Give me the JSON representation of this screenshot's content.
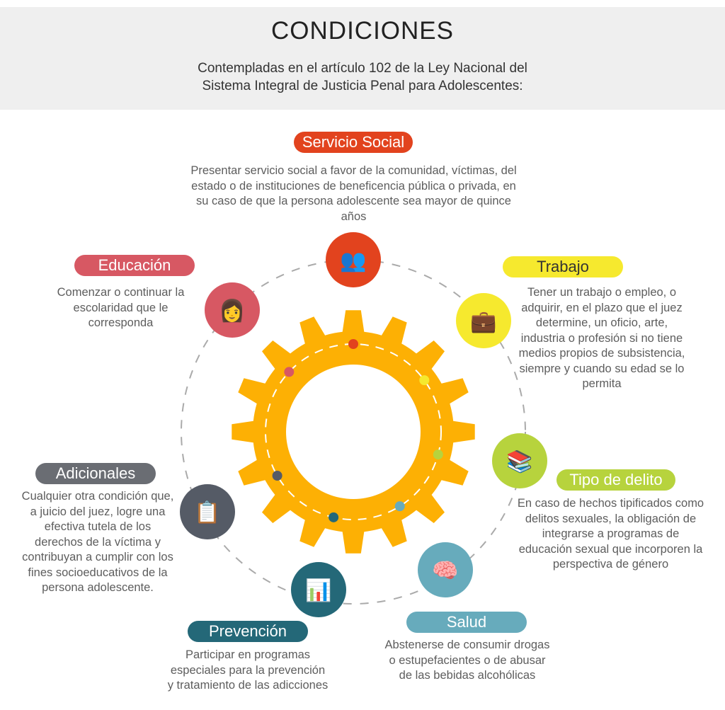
{
  "header": {
    "title": "CONDICIONES",
    "subtitle_line1": "Contempladas en el artículo 102 de la Ley Nacional del",
    "subtitle_line2": "Sistema Integral de Justicia Penal para Adolescentes:"
  },
  "conditions": [
    {
      "label": "Servicio Social",
      "color": "#e2431e",
      "icon": "people-group-icon",
      "text": "Presentar servicio social a favor de la comunidad, víctimas, del estado o de instituciones de beneficencia pública o privada, en su caso de que la persona adolescente sea mayor de quince años"
    },
    {
      "label": "Trabajo",
      "color": "#f6e92e",
      "icon": "briefcase-icon",
      "text": "Tener un trabajo o empleo, o adquirir, en el plazo que el juez determine, un oficio, arte, industria o profesión si no tiene medios propios de subsistencia, siempre y cuando su edad se lo permita"
    },
    {
      "label": "Tipo de delito",
      "color": "#b7d33d",
      "icon": "binders-icon",
      "text": "En caso de hechos tipificados como delitos sexuales, la obligación de integrarse a programas de educación sexual que incorporen la perspectiva de género"
    },
    {
      "label": "Salud",
      "color": "#67abbc",
      "icon": "brain-icon",
      "text": "Abstenerse de consumir drogas o estupefacientes o de abusar de las bebidas alcohólicas"
    },
    {
      "label": "Prevención",
      "color": "#246878",
      "icon": "presentation-icon",
      "text": "Participar en programas especiales para la prevención y tratamiento de las adicciones"
    },
    {
      "label": "Adicionales",
      "color": "#555b66",
      "icon": "clipboard-icon",
      "text": "Cualquier otra condición que, a juicio del juez, logre una efectiva tutela de los derechos de la víctima y contribuyan a cumplir con los fines socioeducativos de la persona adolescente."
    },
    {
      "label": "Educación",
      "color": "#d75863",
      "icon": "student-icon",
      "text": "Comenzar o continuar la escolaridad que le corresponda"
    }
  ],
  "gear_color": "#fdb004"
}
